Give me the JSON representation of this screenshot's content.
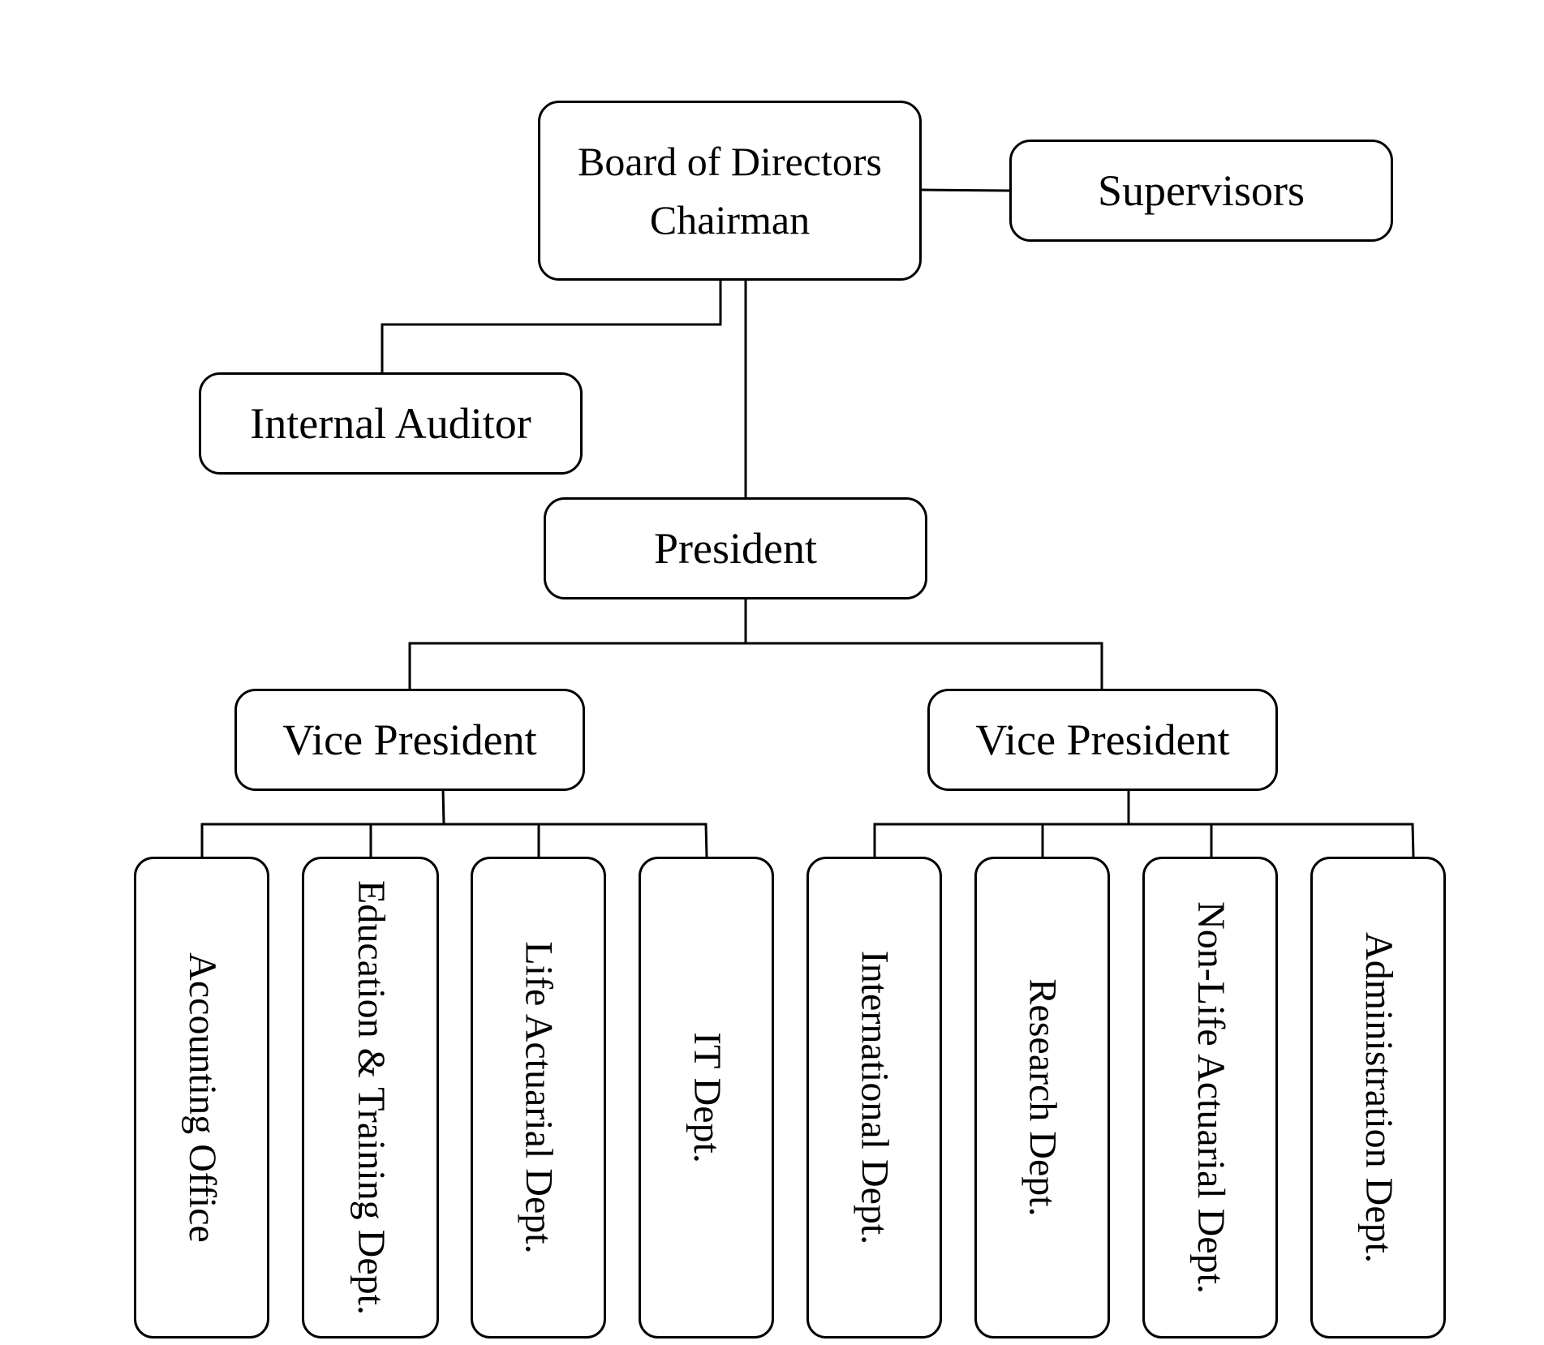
{
  "board": {
    "line1": "Board of Directors",
    "line2": "Chairman"
  },
  "supervisors": "Supervisors",
  "internal_auditor": "Internal Auditor",
  "president": "President",
  "vice_presidents": [
    {
      "title": "Vice President",
      "departments": [
        "Accounting Office",
        "Education & Training Dept.",
        "Life Actuarial Dept.",
        "IT Dept."
      ]
    },
    {
      "title": "Vice President",
      "departments": [
        "International Dept.",
        "Research Dept.",
        "Non-Life Actuarial Dept.",
        "Administration Dept."
      ]
    }
  ]
}
